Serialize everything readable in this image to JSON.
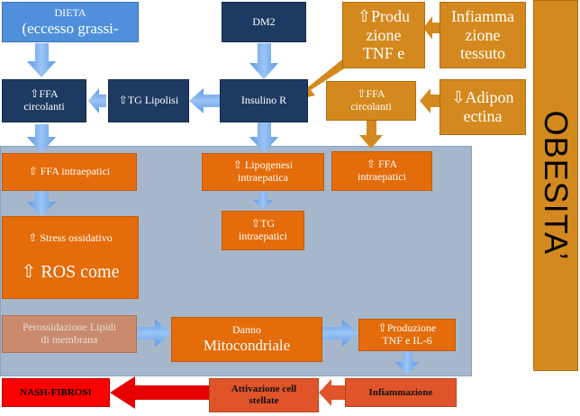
{
  "boxes": {
    "dieta_1": "DIETA",
    "dieta_2": "(eccesso grassi-",
    "dm2": "DM2",
    "produzione_tnf": [
      "⇧Produ",
      "zione",
      "TNF e"
    ],
    "infiammazione_tessuto": [
      "Infiamma",
      "zione",
      "tessuto"
    ],
    "ffa_circolanti_left": [
      "⇧FFA",
      "circolanti"
    ],
    "tg_lipolisi": "⇧TG Lipolisi",
    "insulino_r": "Insulino R",
    "ffa_circolanti_right": [
      "⇧FFA",
      "circolanti"
    ],
    "adiponectina": [
      "⇩Adipon",
      "ectina"
    ],
    "ffa_intraepatici_left": "⇧ FFA intraepatici",
    "lipogenesi": [
      "⇧ Lipogenesi",
      "intraepatica"
    ],
    "ffa_intraepatici_right": [
      "⇧ FFA",
      "intraepatici"
    ],
    "tg_intraepatici": [
      "⇧TG",
      "intraepatici"
    ],
    "stress_ossidativo": "⇧ Stress ossidativo",
    "ros": "⇧ ROS come",
    "perossidazione": [
      "Perossidazione Lipidi",
      "di membrana"
    ],
    "danno_1": "Danno",
    "danno_2": "Mitocondriale",
    "produzione_tnf_il6": [
      "⇧Produzione",
      "TNF e IL-6"
    ],
    "nash": "NASH-FIBROSI",
    "attivazione": [
      "Attivazione cell",
      "stellate"
    ],
    "infiammazione": "Infiammazione"
  },
  "side_label": "OBESITA’",
  "colors": {
    "light_blue": "#4f8fdc",
    "navy": "#1d3b62",
    "orange": "#e46c0a",
    "gold": "#d4891e",
    "red": "#ff0000",
    "panel": "#a6b7cc"
  }
}
